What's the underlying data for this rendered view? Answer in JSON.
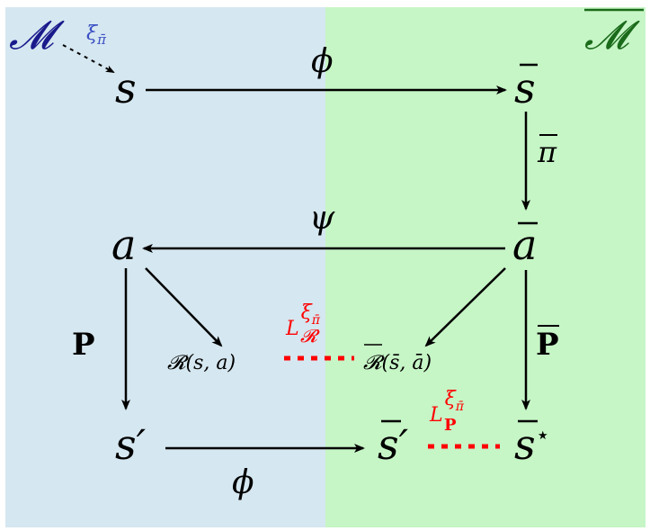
{
  "panels": {
    "left_label": "𝓜",
    "right_label": "𝓜",
    "left_color": "#d5e7f0",
    "right_color": "#c6f5c6",
    "left_label_color": "#1a1a8c",
    "right_label_color": "#1a6b1a"
  },
  "nodes": {
    "s": "s",
    "s_bar": "s",
    "a": "a",
    "a_bar": "a",
    "s_prime": "s′",
    "s_bar_prime": "s′",
    "s_star": "s",
    "star": "⋆",
    "reward": "𝓡(s, a)",
    "reward_bar": "𝓡(s̄, ā)"
  },
  "edge_labels": {
    "phi_top": "ϕ",
    "phi_bottom": "ϕ",
    "pi_bar": "π",
    "psi": "ψ",
    "P": "P",
    "P_bar": "P",
    "xi_pi": "ξ",
    "xi_pi_sub": "π̄"
  },
  "lipschitz": {
    "reward_L": "L",
    "reward_sub": "𝓡",
    "reward_sup": "ξ",
    "reward_sup_sub": "π̄",
    "transition_L": "L",
    "transition_sub": "P",
    "transition_sup": "ξ",
    "transition_sup_sub": "π̄",
    "color": "#ff0000"
  }
}
